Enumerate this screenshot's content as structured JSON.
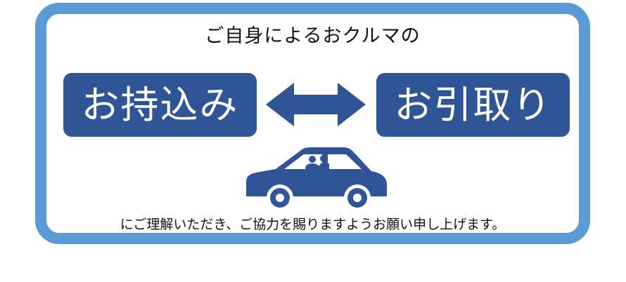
{
  "heading": "ご自身によるおクルマの",
  "options": {
    "left_label": "お持込み",
    "right_label": "お引取り"
  },
  "icons": {
    "arrow": "double-arrow-icon",
    "car": "car-icon"
  },
  "message": "にご理解いただき、ご協力を賜りますようお願い申し上げます。",
  "colors": {
    "frame": "#5b9bd5",
    "accent": "#2f5597",
    "text": "#111111"
  }
}
